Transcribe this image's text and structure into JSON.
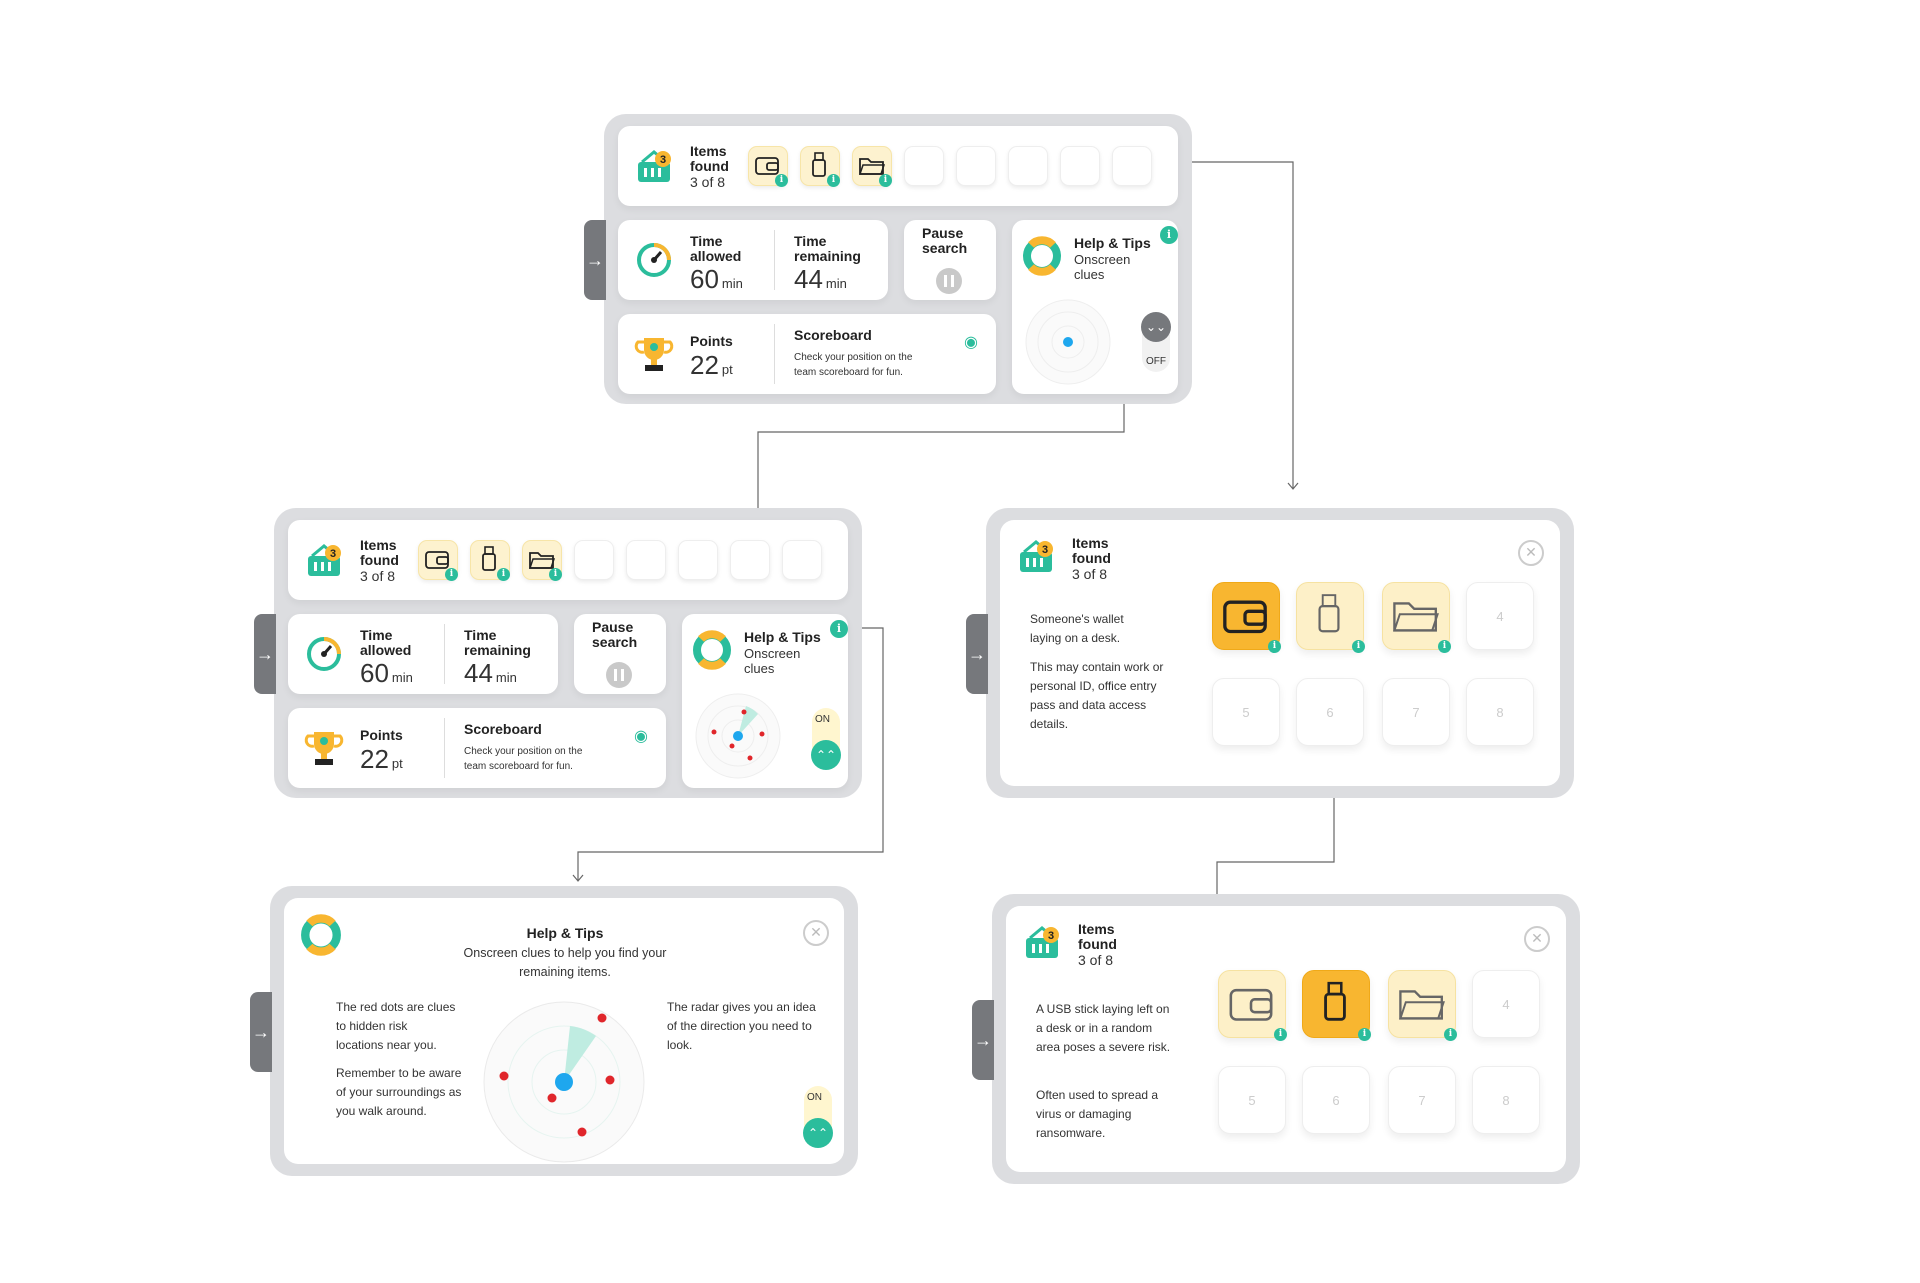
{
  "items_found": {
    "title": "Items found",
    "count": "3 of 8",
    "badge": "3",
    "slot_numbers": [
      "4",
      "5",
      "6",
      "7",
      "8"
    ]
  },
  "time": {
    "allowed_label": "Time allowed",
    "allowed_value": "60",
    "remaining_label": "Time remaining",
    "remaining_value": "44",
    "unit": "min"
  },
  "pause": {
    "label": "Pause search"
  },
  "points": {
    "label": "Points",
    "value": "22",
    "unit": "pt"
  },
  "scoreboard": {
    "title": "Scoreboard",
    "desc": "Check your position on the team scoreboard for fun."
  },
  "help": {
    "title": "Help & Tips",
    "subtitle": "Onscreen clues",
    "toggle_off": "OFF",
    "toggle_on": "ON"
  },
  "help_detail": {
    "title": "Help & Tips",
    "subtitle": "Onscreen clues to help you find your remaining items.",
    "left_text_1": "The red dots are clues to hidden risk locations near you.",
    "left_text_2": "Remember to be aware of your surroundings as you walk around.",
    "right_text": "The radar gives you an idea of the direction you need to look."
  },
  "wallet_detail": {
    "text_1": "Someone's wallet laying  on a desk.",
    "text_2": "This may contain work or personal ID, office entry pass and data access details."
  },
  "usb_detail": {
    "text_1": "A USB stick laying left on a desk or in a random area poses a severe risk.",
    "text_2": "Often used to spread a virus or damaging ransomware."
  },
  "colors": {
    "teal": "#2bbd9c",
    "yellow": "#f8b630",
    "frame": "#dcdde0",
    "red_dot": "#e0262b",
    "blue_dot": "#1ea7ee"
  }
}
